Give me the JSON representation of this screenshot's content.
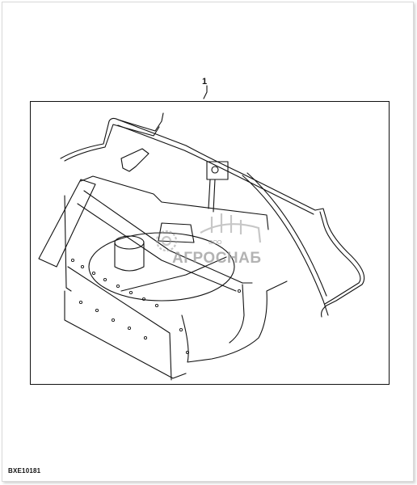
{
  "callout": {
    "label": "1"
  },
  "figure": {
    "code": "BXE10181"
  },
  "watermark": {
    "brand": "АГРОСНАБ",
    "prefix": "ООО"
  },
  "colors": {
    "line": "#111111",
    "watermark": "#9a9a9a"
  }
}
